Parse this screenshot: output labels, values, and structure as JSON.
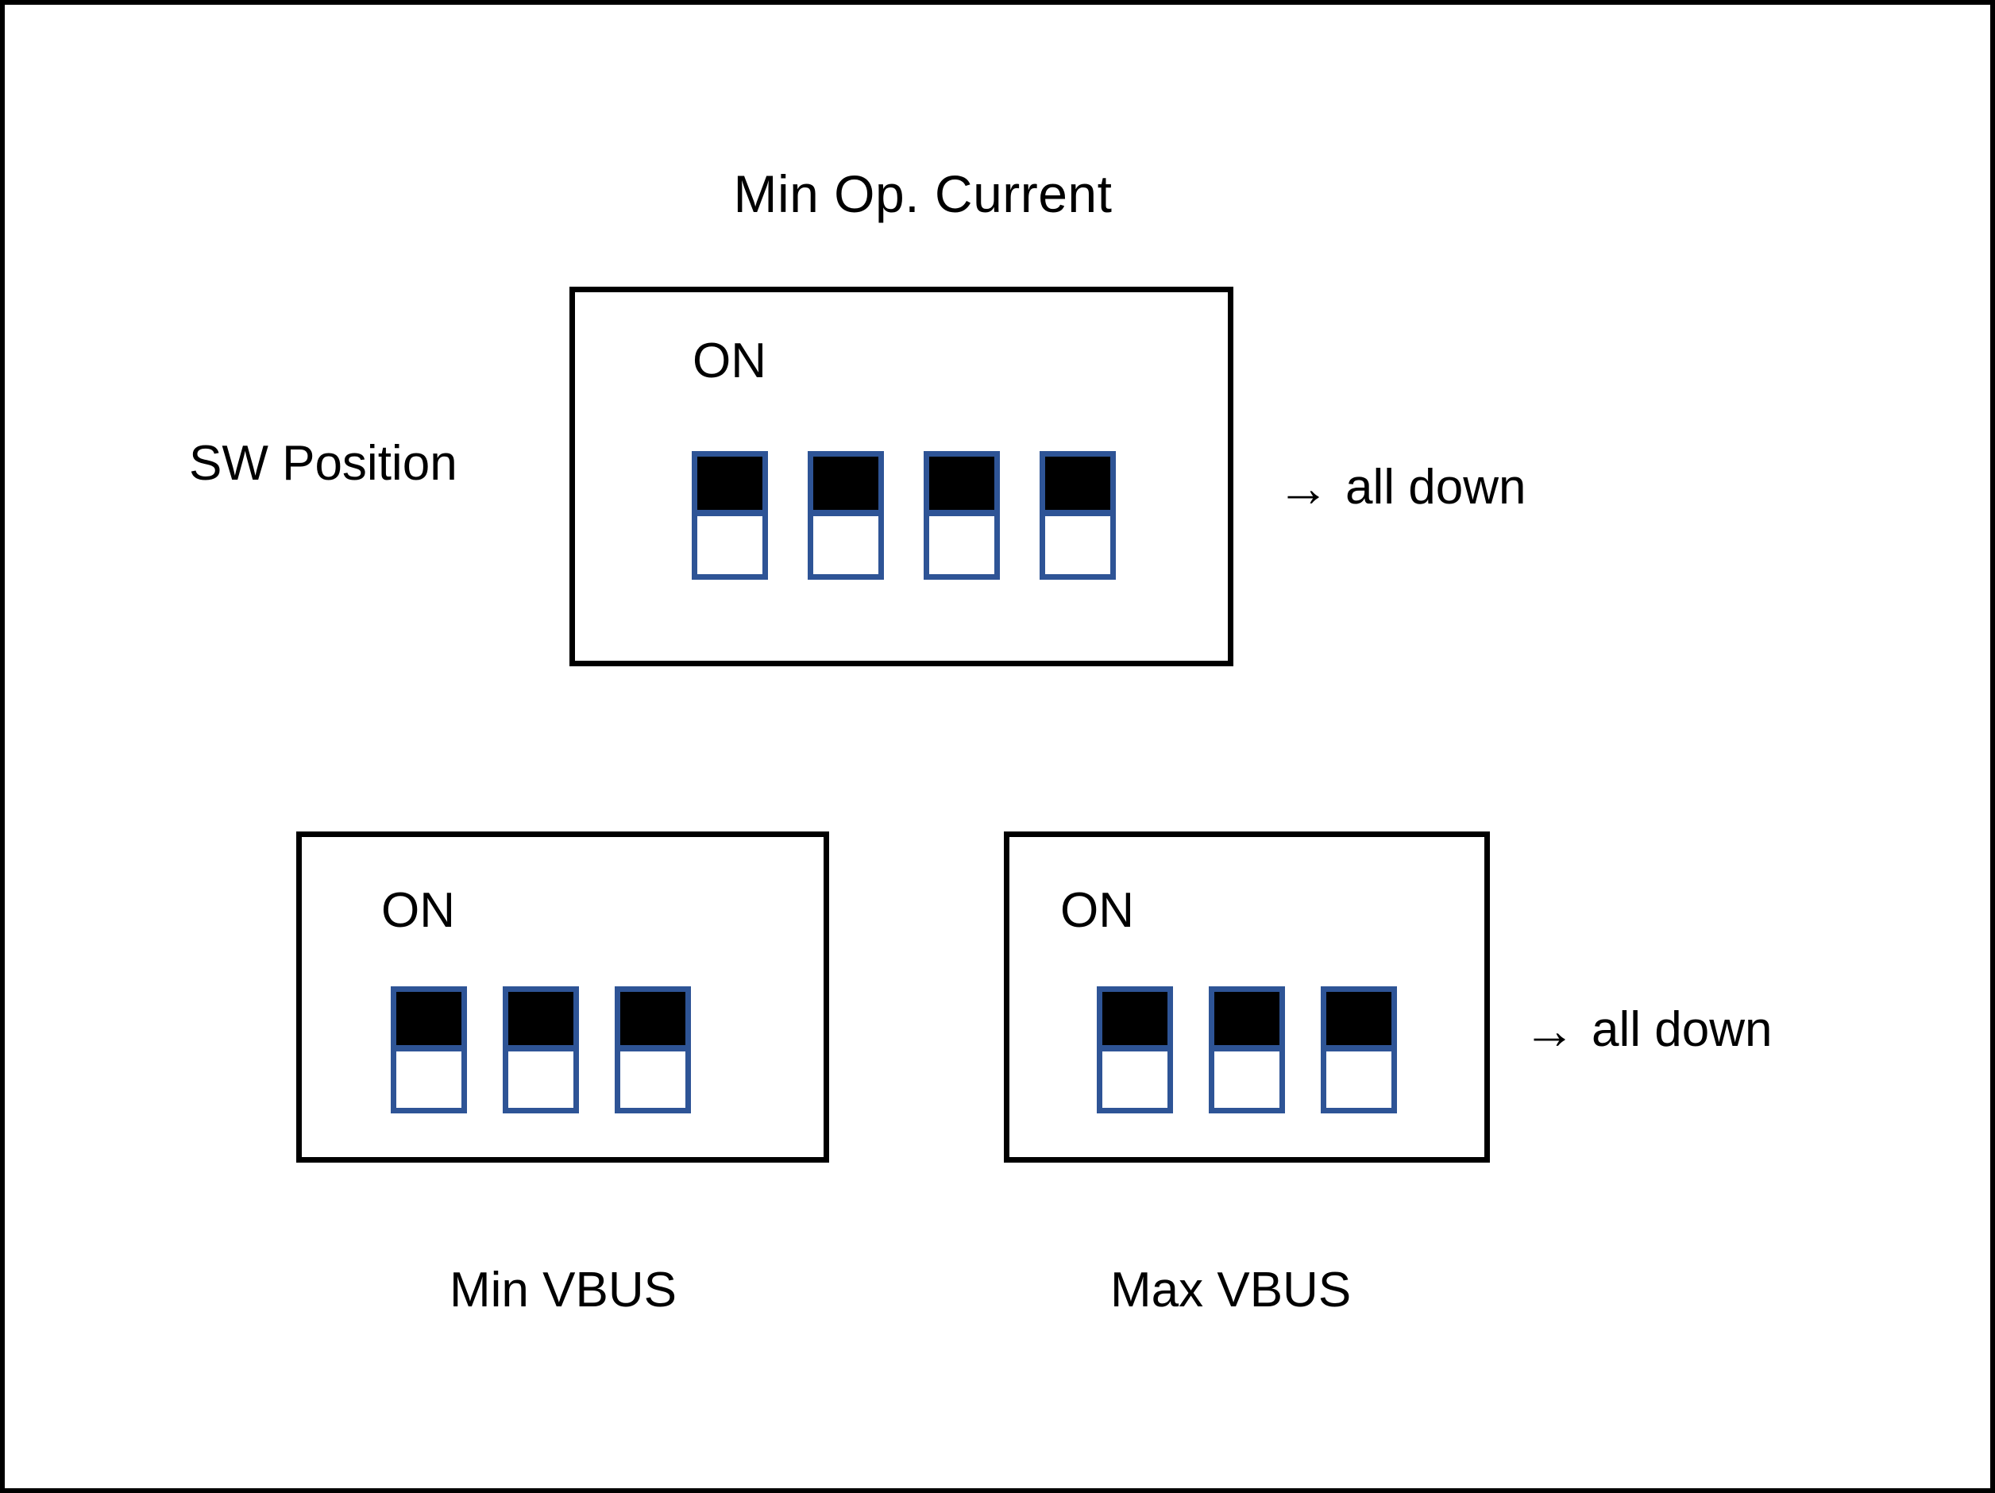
{
  "figure": {
    "title": "Min Op. Current",
    "row_label": "SW Position",
    "arrow_glyph": "→",
    "border_color": "#000000",
    "switch_border_color": "#2E5496",
    "switch_on_fill": "#000000",
    "switch_off_fill": "#FFFFFF",
    "background": "#FFFFFF"
  },
  "packages": [
    {
      "id": "min-op-current",
      "name": "Min Op. Current",
      "on_label": "ON",
      "switch_count": 4,
      "switches": [
        {
          "index": 1,
          "position": "down",
          "top_fill": "black",
          "bottom_fill": "white"
        },
        {
          "index": 2,
          "position": "down",
          "top_fill": "black",
          "bottom_fill": "white"
        },
        {
          "index": 3,
          "position": "down",
          "top_fill": "black",
          "bottom_fill": "white"
        },
        {
          "index": 4,
          "position": "down",
          "top_fill": "black",
          "bottom_fill": "white"
        }
      ],
      "annotation": "all down",
      "caption": ""
    },
    {
      "id": "min-vbus",
      "name": "Min VBUS",
      "on_label": "ON",
      "switch_count": 3,
      "switches": [
        {
          "index": 1,
          "position": "down",
          "top_fill": "black",
          "bottom_fill": "white"
        },
        {
          "index": 2,
          "position": "down",
          "top_fill": "black",
          "bottom_fill": "white"
        },
        {
          "index": 3,
          "position": "down",
          "top_fill": "black",
          "bottom_fill": "white"
        }
      ],
      "annotation": "",
      "caption": "Min VBUS"
    },
    {
      "id": "max-vbus",
      "name": "Max VBUS",
      "on_label": "ON",
      "switch_count": 3,
      "switches": [
        {
          "index": 1,
          "position": "down",
          "top_fill": "black",
          "bottom_fill": "white"
        },
        {
          "index": 2,
          "position": "down",
          "top_fill": "black",
          "bottom_fill": "white"
        },
        {
          "index": 3,
          "position": "down",
          "top_fill": "black",
          "bottom_fill": "white"
        }
      ],
      "annotation": "all down",
      "caption": "Max VBUS"
    }
  ],
  "annotations": {
    "top_all_down": "all down",
    "bottom_all_down": "all down"
  }
}
